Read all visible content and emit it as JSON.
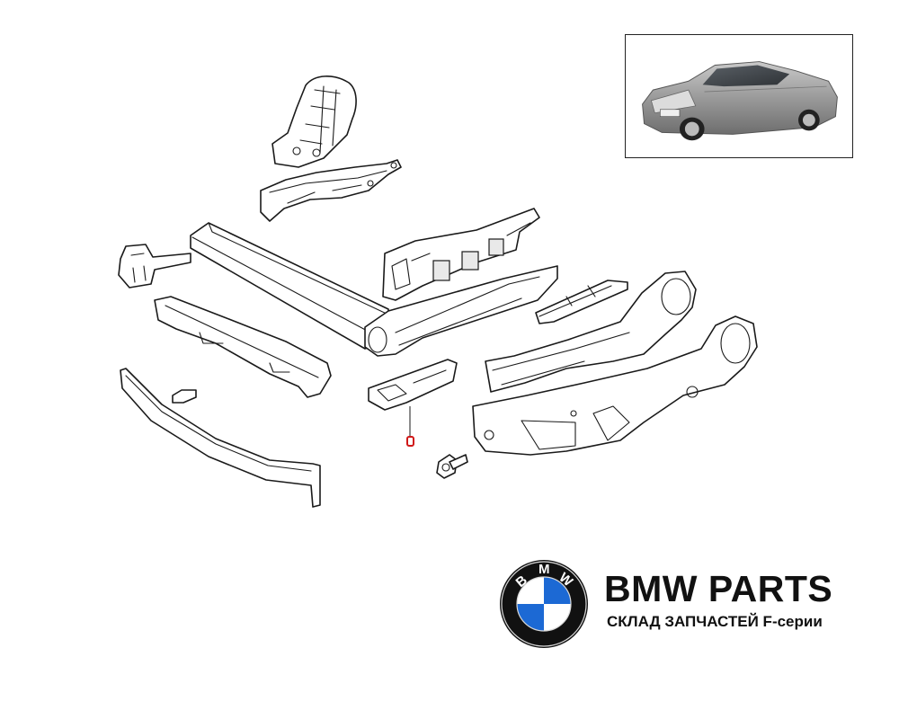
{
  "brand": {
    "title": "BMW PARTS",
    "subtitle": "СКЛАД ЗАПЧАСТЕЙ F-серии",
    "logo_letters": [
      "B",
      "M",
      "W"
    ],
    "colors": {
      "blue": "#1c69d4",
      "ring": "#111111",
      "text": "#111111"
    }
  },
  "diagram": {
    "highlight_color": "#d01818",
    "parts": [
      "seat-back-frame",
      "upper-side-rail",
      "small-bracket",
      "long-trim-cover",
      "seat-track-mechanism",
      "lower-trim-panel",
      "front-trim-strip",
      "seat-rail-base",
      "guide-rail",
      "seat-frame-arms",
      "seat-base-bracket",
      "small-cover-part",
      "screw-bolt",
      "clip"
    ]
  },
  "thumbnail": {
    "car": "car-sedan-photo"
  }
}
